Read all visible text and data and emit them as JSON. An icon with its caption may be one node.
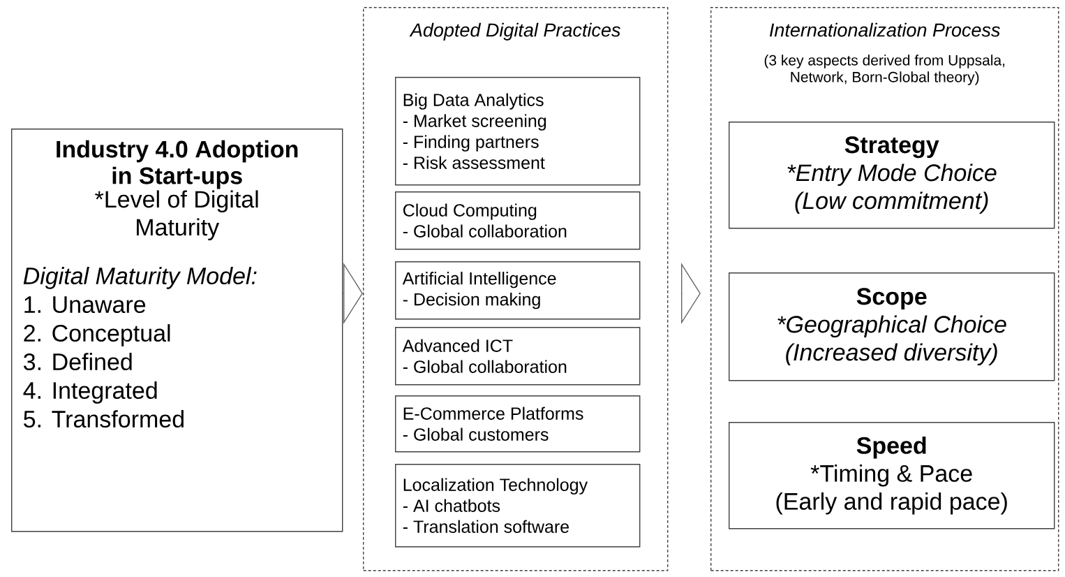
{
  "diagram": {
    "nodes": [
      {
        "text": [
          "Industry 4.0 Adoption in Start-ups",
          "*Level of Digital Maturity",
          "Digital Maturity Model:",
          "1. Unaware",
          "2. Conceptual",
          "3. Defined",
          "4. Integrated",
          "5. Transformed"
        ]
      },
      {
        "text": [
          "Adopted Digital Practices"
        ]
      },
      {
        "text": [
          "Big Data Analytics",
          "- Market screening",
          "- Finding partners",
          "- Risk assessment"
        ],
        "in": 1
      },
      {
        "text": [
          "Cloud Computing",
          "- Global collaboration"
        ],
        "in": 1
      },
      {
        "text": [
          "Artificial Intelligence",
          "- Decision making"
        ],
        "in": 1
      },
      {
        "text": [
          "Advanced ICT",
          "- Global collaboration"
        ],
        "in": 1
      },
      {
        "text": [
          "E-Commerce Platforms",
          "- Global customers"
        ],
        "in": 1
      },
      {
        "text": [
          "Localization Technology",
          "- AI chatbots",
          "- Translation software"
        ],
        "in": 1
      },
      {
        "text": [
          "Internationalization Process",
          "(3 key aspects derived from Uppsala, Network, Born-Global theory)"
        ]
      },
      {
        "text": [
          "Strategy",
          "*Entry Mode Choice",
          "(Low commitment)"
        ],
        "in": 8
      },
      {
        "text": [
          "Scope",
          "*Geographical Choice",
          "(Increased diversity)"
        ],
        "in": 8
      },
      {
        "text": [
          "Speed",
          "*Timing & Pace",
          "(Early and rapid pace)"
        ],
        "in": 8
      }
    ],
    "edges": [
      {
        "from": 0,
        "to": 1,
        "arrow": "to"
      },
      {
        "from": 1,
        "to": 8,
        "arrow": "to"
      }
    ]
  }
}
